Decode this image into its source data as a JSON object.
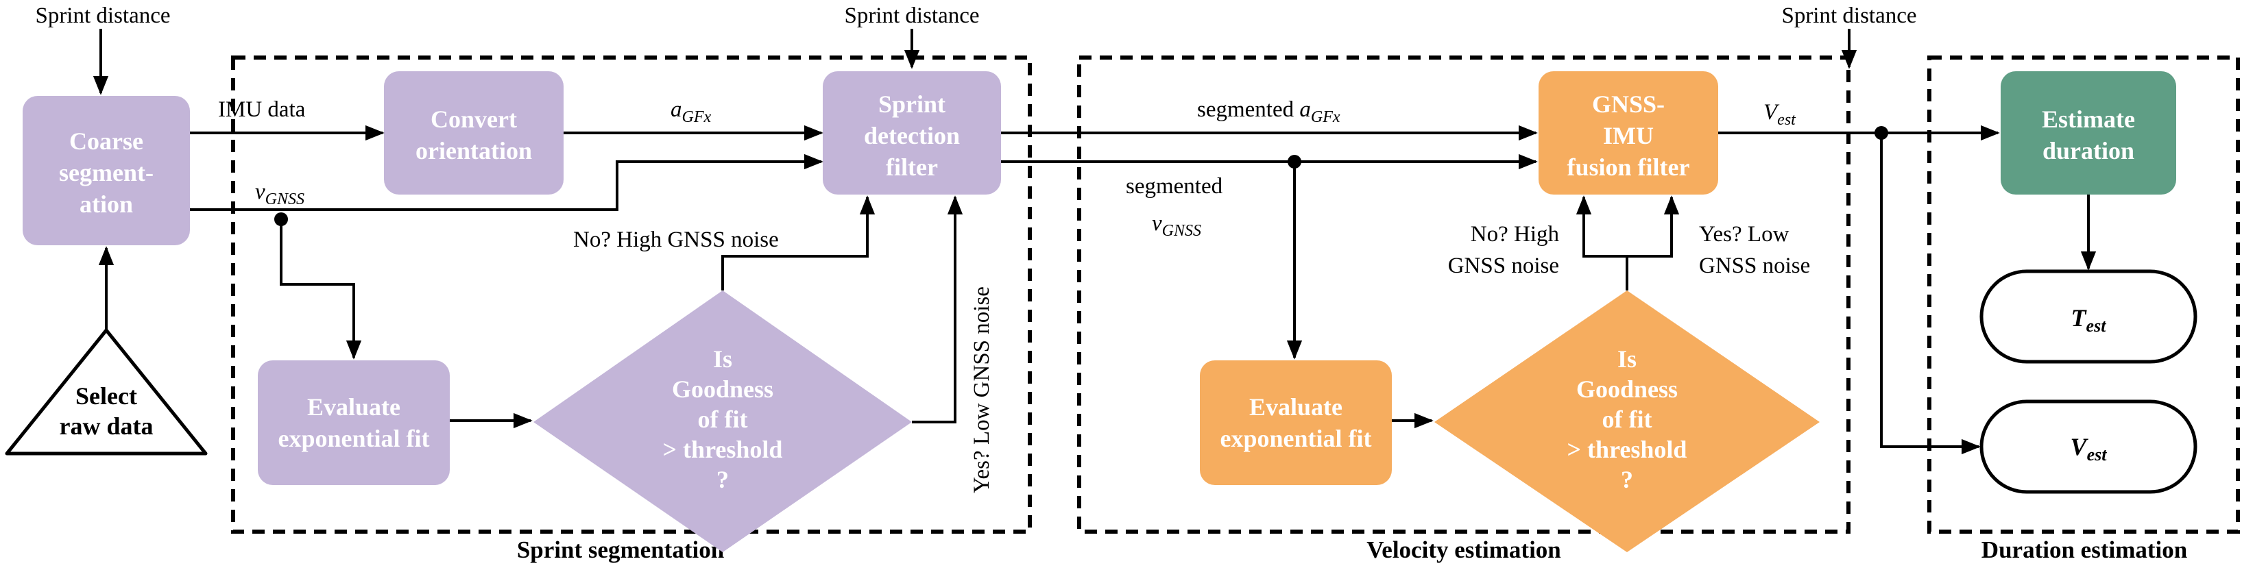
{
  "colors": {
    "purple": "#c3b5d8",
    "orange": "#f6ad5f",
    "green": "#5f9e85",
    "line": "#000000",
    "background": "#ffffff"
  },
  "inputs": {
    "sprint_distance_left": "Sprint distance",
    "sprint_distance_mid": "Sprint distance",
    "sprint_distance_right": "Sprint distance"
  },
  "nodes": {
    "coarse": [
      "Coarse",
      "segment-",
      "ation"
    ],
    "select": [
      "Select",
      "raw data"
    ],
    "convert": [
      "Convert",
      "orientation"
    ],
    "sprint_filter": [
      "Sprint",
      "detection",
      "filter"
    ],
    "evaluate_1": [
      "Evaluate",
      "exponential fit"
    ],
    "decision_1": [
      "Is",
      "Goodness",
      "of  fit",
      "> threshold",
      "?"
    ],
    "fusion": [
      "GNSS-",
      "IMU",
      "fusion filter"
    ],
    "evaluate_2": [
      "Evaluate",
      "exponential fit"
    ],
    "decision_2": [
      "Is",
      "Goodness",
      "of  fit",
      "> threshold",
      "?"
    ],
    "estimate": [
      "Estimate",
      "duration"
    ],
    "t_est": {
      "main": "T",
      "sub": "est"
    },
    "v_est": {
      "main": "V",
      "sub": "est"
    }
  },
  "edges": {
    "imu_data": "IMU data",
    "a_gfx": {
      "main": "a",
      "sub": "GFx"
    },
    "v_gnss": {
      "main": "v",
      "sub": "GNSS"
    },
    "segmented_a": {
      "prefix": "segmented ",
      "main": "a",
      "sub": "GFx"
    },
    "segmented_v": {
      "prefix": "segmented",
      "main": "v",
      "sub": "GNSS"
    },
    "v_est_edge": {
      "main": "V",
      "sub": "est"
    },
    "no_high_1": "No? High GNSS noise",
    "yes_low_1": "Yes? Low GNSS noise",
    "no_high_2": [
      "No? High",
      "GNSS noise"
    ],
    "yes_low_2": [
      "Yes? Low",
      "GNSS noise"
    ]
  },
  "groups": {
    "sprint_segmentation": "Sprint segmentation",
    "velocity_estimation": "Velocity estimation",
    "duration_estimation": "Duration estimation"
  }
}
